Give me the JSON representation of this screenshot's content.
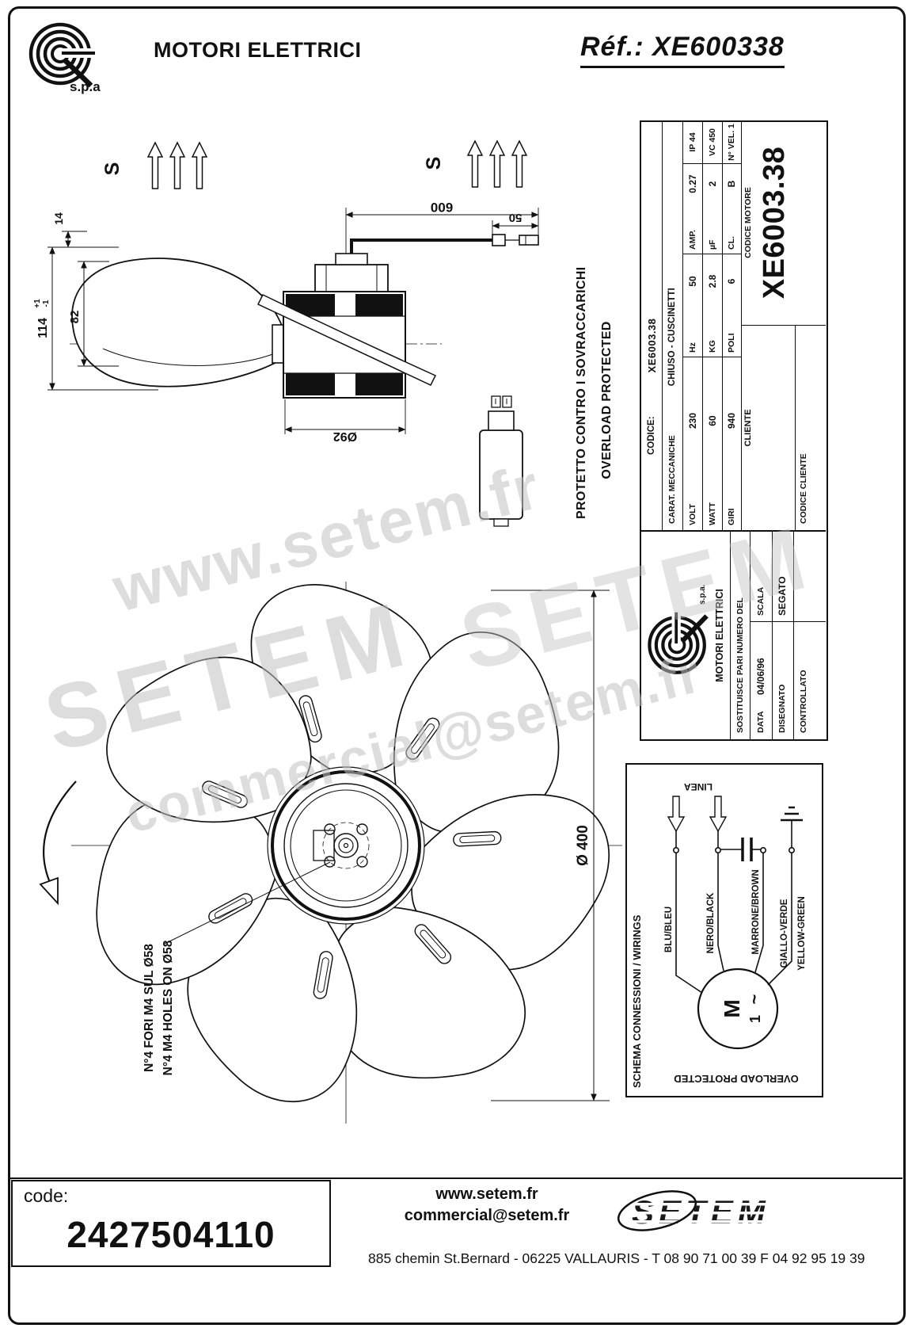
{
  "header": {
    "brand": "MOTORI ELETTRICI",
    "brand_sub": "s.p.a",
    "ref": "Réf.: XE600338"
  },
  "side_view": {
    "flow_label_left": "S",
    "flow_label_right": "S",
    "dim_tip": "14",
    "dim_overall": "114",
    "tol_plus": "+1",
    "tol_minus": "-1",
    "dim_blade": "82",
    "dim_cable": "600",
    "dim_lead": "50",
    "dim_body_dia": "Ø92"
  },
  "protection_note": {
    "it": "PROTETTO CONTRO I SOVRACCARICHI",
    "en": "OVERLOAD PROTECTED"
  },
  "fan_view": {
    "dim_dia": "Ø 400",
    "holes_it": "N°4 FORI M4 SUL Ø58",
    "holes_en": "N°4 M4 HOLES ON Ø58"
  },
  "spec_table": {
    "codice_label": "CODICE:",
    "codice_value": "XE6003.38",
    "carat_label": "CARAT. MECCANICHE",
    "carat_value": "CHIUSO - CUSCINETTI",
    "grid": [
      {
        "l1": "VOLT",
        "v1": "230",
        "l2": "Hz",
        "v2": "50",
        "l3": "AMP.",
        "v3": "0.27",
        "r": "IP 44"
      },
      {
        "l1": "WATT",
        "v1": "60",
        "l2": "KG",
        "v2": "2.8",
        "l3": "µF",
        "v3": "2",
        "r": "VC 450"
      },
      {
        "l1": "GIRI",
        "v1": "940",
        "l2": "POLI",
        "v2": "6",
        "l3": "CL.",
        "v3": "B",
        "r": "N° VEL. 1"
      }
    ],
    "cliente_label": "CLIENTE",
    "codice_cliente_label": "CODICE CLIENTE",
    "codice_motore_label": "CODICE MOTORE",
    "codice_motore_value": "XE6003.38",
    "brand": "MOTORI ELETTRICI",
    "brand_sub": "s.p.a.",
    "sostituisce": "SOSTITUISCE PARI NUMERO DEL",
    "scala_label": "SCALA",
    "data_label": "DATA",
    "data_value": "04/06/96",
    "disegnato_label": "DISEGNATO",
    "disegnato_value": "SEGATO",
    "controllato_label": "CONTROLLATO"
  },
  "wiring": {
    "title": "SCHEMA CONNESSIONI / WIRINGS",
    "linea": "LINEA",
    "wire_blue": "BLU/BLEU",
    "wire_black": "NERO/BLACK",
    "wire_brown": "MARRONE/BROWN",
    "wire_green_it": "GIALLO-VERDE",
    "wire_green_en": "YELLOW-GREEN",
    "motor_m": "M",
    "motor_phase": "1",
    "motor_tilde": "~",
    "overload": "OVERLOAD PROTECTED"
  },
  "watermarks": {
    "wm1": "www.setem.fr",
    "wm2": "SETEM",
    "wm3": "SETEM",
    "wm4": "commercial@setem.fr"
  },
  "footer": {
    "code_label": "code:",
    "code_value": "2427504110",
    "site": "www.setem.fr",
    "email": "commercial@setem.fr",
    "logo_text": "SETEM",
    "address": "885 chemin St.Bernard  -  06225 VALLAURIS  -  T 08 90 71 00 39   F 04 92 95 19 39"
  },
  "colors": {
    "ink": "#111111",
    "watermark": "#c2c2c2"
  }
}
